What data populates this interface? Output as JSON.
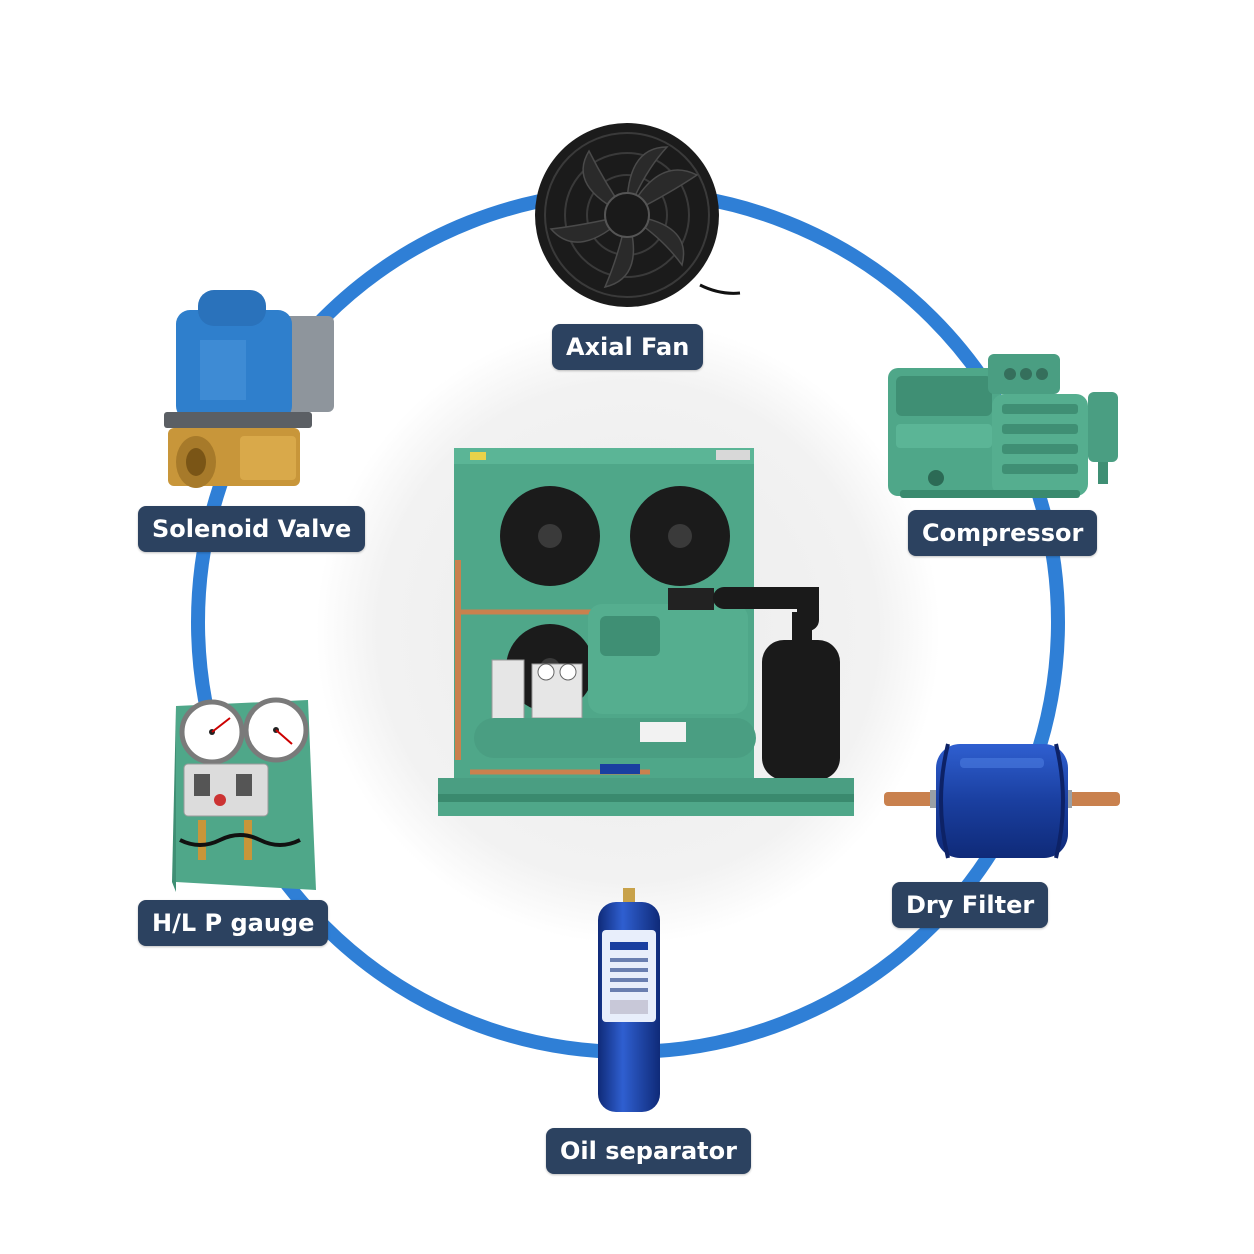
{
  "colors": {
    "ring": "#2f7fd6",
    "label_bg": "#2c4260",
    "label_text": "#ffffff",
    "center_glow": "#eeeeee",
    "unit_green": "#4fa789",
    "dark": "#1a1a1a",
    "copper": "#c9814e",
    "brass": "#c8963a",
    "blue_part": "#1a3fa0",
    "valve_blue": "#2f7fcc"
  },
  "components": [
    {
      "id": "axial-fan",
      "label": "Axial Fan",
      "icon": "axial-fan-icon"
    },
    {
      "id": "compressor",
      "label": "Compressor",
      "icon": "compressor-icon"
    },
    {
      "id": "dry-filter",
      "label": "Dry Filter",
      "icon": "dry-filter-icon"
    },
    {
      "id": "oil-separator",
      "label": "Oil separator",
      "icon": "oil-separator-icon"
    },
    {
      "id": "hl-p-gauge",
      "label": "H/L P gauge",
      "icon": "pressure-gauge-icon"
    },
    {
      "id": "solenoid-valve",
      "label": "Solenoid Valve",
      "icon": "solenoid-valve-icon"
    }
  ],
  "center": {
    "icon": "condensing-unit-icon"
  }
}
